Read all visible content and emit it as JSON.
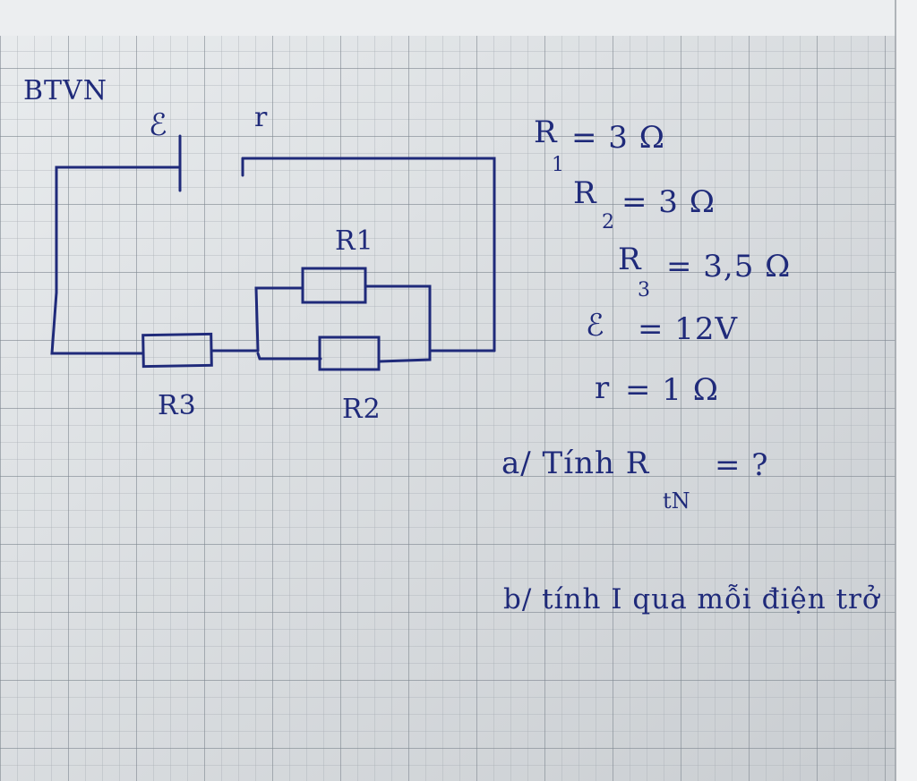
{
  "title": "BTVN",
  "circuit": {
    "emf_symbol": "ℰ",
    "internal_r_label": "r",
    "r1_label": "R1",
    "r2_label": "R2",
    "r3_label": "R3"
  },
  "givens": [
    {
      "sym": "R",
      "sub": "1",
      "rhs": "= 3 Ω"
    },
    {
      "sym": "R",
      "sub": "2",
      "rhs": "= 3 Ω"
    },
    {
      "sym": "R",
      "sub": "3",
      "rhs": "= 3,5 Ω"
    },
    {
      "sym": "ℰ",
      "sub": "",
      "rhs": "= 12V"
    },
    {
      "sym": "r",
      "sub": "",
      "rhs": "= 1 Ω"
    }
  ],
  "questions": {
    "a": "a/ Tính R",
    "a_sub": "tN",
    "a_end": "= ?",
    "b": "b/ tính I qua mỗi điện trở"
  }
}
